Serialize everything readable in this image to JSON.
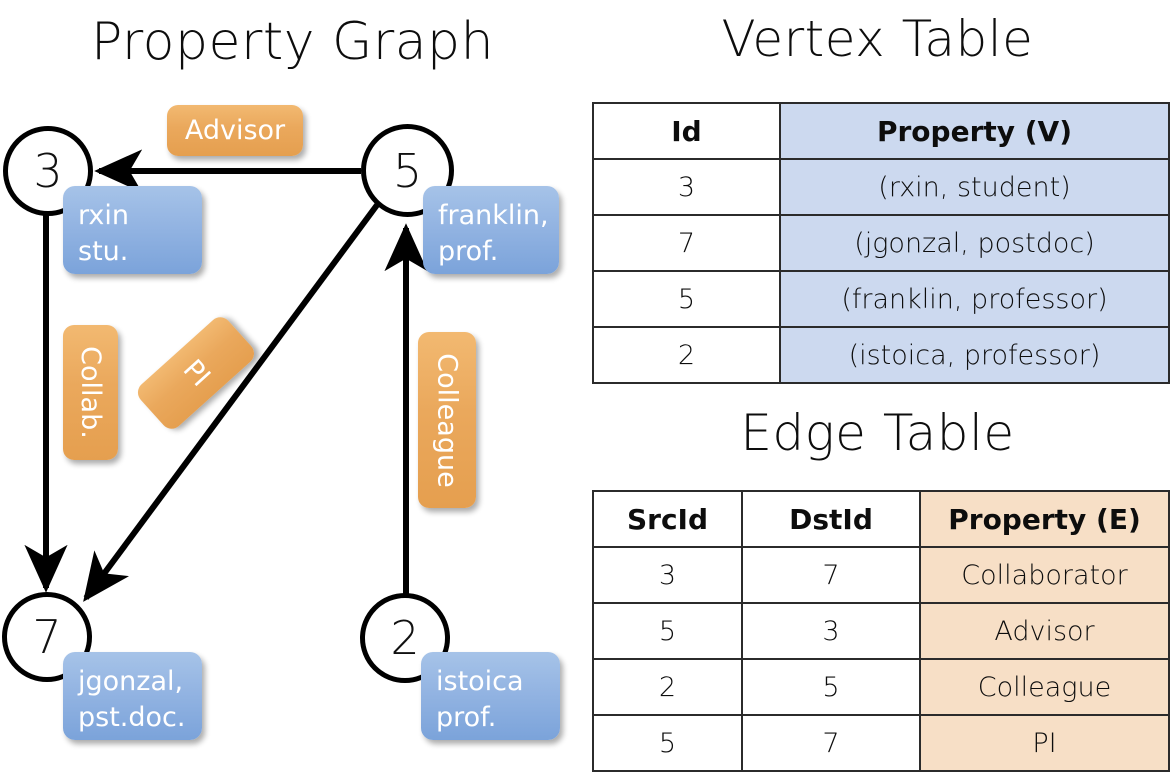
{
  "titles": {
    "property_graph": "Property Graph",
    "vertex_table": "Vertex Table",
    "edge_table": "Edge Table"
  },
  "graph": {
    "nodes": [
      {
        "id": "3",
        "property": "rxin\nstu."
      },
      {
        "id": "5",
        "property": "franklin,\nprof."
      },
      {
        "id": "7",
        "property": "jgonzal,\npst.doc."
      },
      {
        "id": "2",
        "property": "istoica\nprof."
      }
    ],
    "edge_labels": [
      {
        "name": "advisor",
        "text": "Advisor"
      },
      {
        "name": "collab",
        "text": "Collab."
      },
      {
        "name": "pi",
        "text": "PI"
      },
      {
        "name": "colleague",
        "text": "Colleague"
      }
    ]
  },
  "vertex_table": {
    "headers": [
      "Id",
      "Property (V)"
    ],
    "rows": [
      [
        "3",
        "(rxin, student)"
      ],
      [
        "7",
        "(jgonzal, postdoc)"
      ],
      [
        "5",
        "(franklin, professor)"
      ],
      [
        "2",
        "(istoica, professor)"
      ]
    ]
  },
  "edge_table": {
    "headers": [
      "SrcId",
      "DstId",
      "Property (E)"
    ],
    "rows": [
      [
        "3",
        "7",
        "Collaborator"
      ],
      [
        "5",
        "3",
        "Advisor"
      ],
      [
        "2",
        "5",
        "Colleague"
      ],
      [
        "5",
        "7",
        "PI"
      ]
    ]
  },
  "colors": {
    "vertex_property_fill": "#ccd9ef",
    "edge_property_fill": "#f7dfc6",
    "vertex_badge": "#7ba3da",
    "edge_badge": "#eaa85c",
    "stroke": "#000000"
  }
}
